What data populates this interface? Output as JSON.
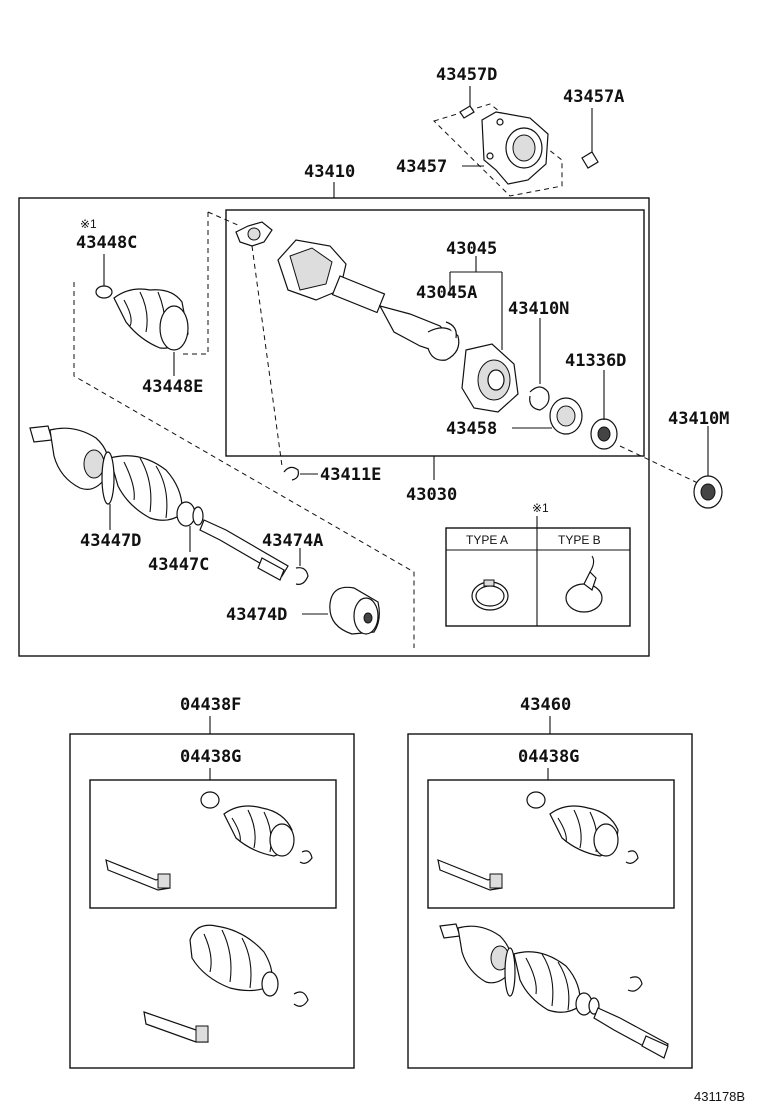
{
  "labels": {
    "p43457D": "43457D",
    "p43457A": "43457A",
    "p43457": "43457",
    "p43410": "43410",
    "p43448C": "43448C",
    "p43045": "43045",
    "p43045A": "43045A",
    "p43410N": "43410N",
    "p41336D": "41336D",
    "p43448E": "43448E",
    "p43410M": "43410M",
    "p43458": "43458",
    "p43411E": "43411E",
    "p43030": "43030",
    "p43447D": "43447D",
    "p43474A": "43474A",
    "p43447C": "43447C",
    "p43474D": "43474D",
    "p04438F": "04438F",
    "p04438G_left": "04438G",
    "p43460": "43460",
    "p04438G_right": "04438G"
  },
  "notes": {
    "mark_left": "※1",
    "mark_right": "※1",
    "type_a": "TYPE A",
    "type_b": "TYPE B"
  },
  "figure_ref": "431178B"
}
